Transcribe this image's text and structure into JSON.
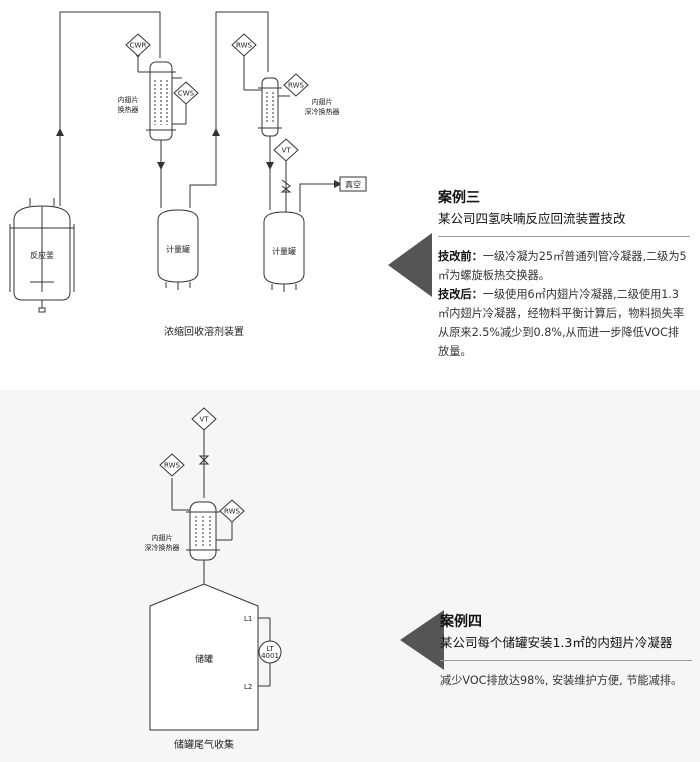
{
  "case3": {
    "diagram": {
      "reactor": "反应釜",
      "tank_left": "计量罐",
      "tank_right": "计量罐",
      "hx1_label_line1": "内翅片",
      "hx1_label_line2": "换热器",
      "hx2_label_line1": "内翅片",
      "hx2_label_line2": "深冷换热器",
      "cwr": "CWR",
      "cws": "CWS",
      "rws_top": "RWS",
      "rws_side": "RWS",
      "vt": "VT",
      "vacuum": "真空",
      "caption": "浓缩回收溶剂装置"
    },
    "title": "案例三",
    "subtitle": "某公司四氢呋喃反应回流装置技改",
    "before_label": "技改前：",
    "before_text": "一级冷凝为25㎡普通列管冷凝器,二级为5㎡为螺旋板热交换器。",
    "after_label": "技改后：",
    "after_text": "一级使用6㎡内翅片冷凝器,二级使用1.3㎡内翅片冷凝器，经物料平衡计算后，物料损失率从原来2.5%减少到0.8%,从而进一步降低VOC排放量。"
  },
  "case4": {
    "diagram": {
      "vt": "VT",
      "rws_top": "RWS",
      "rws_side": "RWS",
      "hx_label_line1": "内翅片",
      "hx_label_line2": "深冷换热器",
      "tank": "储罐",
      "l1": "L1",
      "l2": "L2",
      "lt_line1": "LT",
      "lt_line2": "4001",
      "caption": "储罐尾气收集"
    },
    "title": "案例四",
    "subtitle": "某公司每个储罐安装1.3㎡的内翅片冷凝器",
    "text": "减少VOC排放达98%, 安装维护方便, 节能减排。"
  },
  "colors": {
    "pointer": "#555555",
    "line": "#333333",
    "rule": "#9a9a9a",
    "bottom_bg": "#f6f6f6"
  }
}
